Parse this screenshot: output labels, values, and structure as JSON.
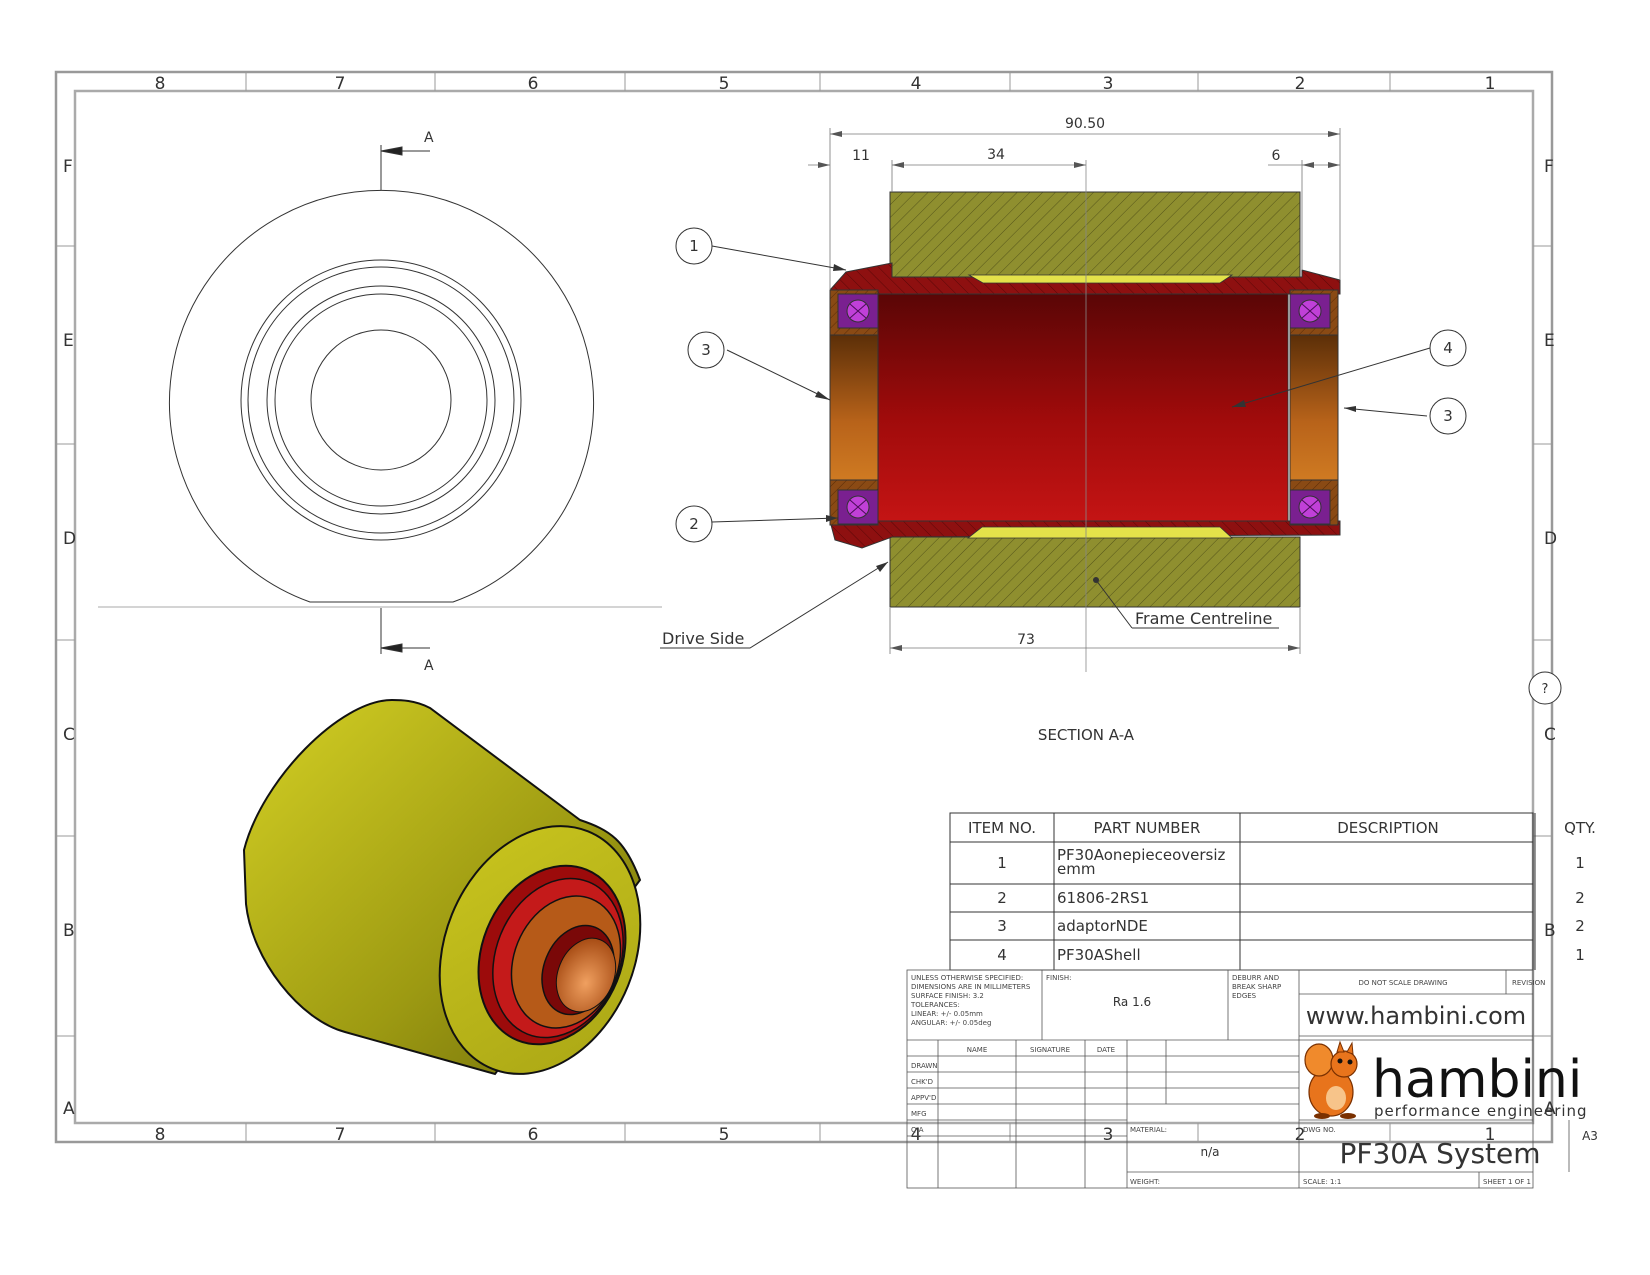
{
  "zone_columns": [
    "8",
    "7",
    "6",
    "5",
    "4",
    "3",
    "2",
    "1"
  ],
  "zone_rows": [
    "F",
    "E",
    "D",
    "C",
    "B",
    "A"
  ],
  "section_marker": {
    "letter_top": "A",
    "letter_bottom": "A"
  },
  "section_title": "SECTION A-A",
  "dimensions": {
    "overall": "90.50",
    "left_offset": "11",
    "bearing_to_centre": "34",
    "right_offset": "6",
    "frame_width": "73"
  },
  "callouts": {
    "left_top": "1",
    "left_mid": "3",
    "left_bottom": "2",
    "right_top": "4",
    "right_mid": "3",
    "revision_mark": "?"
  },
  "annotations": {
    "drive_side": "Drive Side",
    "frame_centreline": "Frame Centreline"
  },
  "bom": {
    "headers": [
      "ITEM NO.",
      "PART NUMBER",
      "DESCRIPTION",
      "QTY."
    ],
    "rows": [
      {
        "item": "1",
        "part_line1": "PF30Aonepieceoversiz",
        "part_line2": "emm",
        "description": "",
        "qty": "1"
      },
      {
        "item": "2",
        "part_line1": "61806-2RS1",
        "part_line2": "",
        "description": "",
        "qty": "2"
      },
      {
        "item": "3",
        "part_line1": "adaptorNDE",
        "part_line2": "",
        "description": "",
        "qty": "2"
      },
      {
        "item": "4",
        "part_line1": "PF30AShell",
        "part_line2": "",
        "description": "",
        "qty": "1"
      }
    ]
  },
  "title_block": {
    "spec_lines": [
      "UNLESS OTHERWISE SPECIFIED:",
      "DIMENSIONS ARE IN MILLIMETERS",
      "SURFACE FINISH: 3.2",
      "TOLERANCES:",
      "LINEAR: +/- 0.05mm",
      "ANGULAR: +/- 0.05deg"
    ],
    "finish_label": "FINISH:",
    "finish_value": "Ra 1.6",
    "deburr_lines": [
      "DEBURR AND",
      "BREAK SHARP",
      "EDGES"
    ],
    "do_not_scale": "DO NOT SCALE DRAWING",
    "revision_label": "REVISION",
    "website": "www.hambini.com",
    "logo_name": "hambini",
    "logo_tagline": "performance engineering",
    "sig_headers": [
      "NAME",
      "SIGNATURE",
      "DATE"
    ],
    "sig_rows": [
      "DRAWN",
      "CHK'D",
      "APPV'D",
      "MFG",
      "Q.A"
    ],
    "material_label": "MATERIAL:",
    "material_value": "n/a",
    "dwg_label": "DWG NO.",
    "dwg_title": "PF30A System",
    "size": "A3",
    "weight_label": "WEIGHT:",
    "scale_label": "SCALE: 1:1",
    "sheet_label": "SHEET 1 OF 1"
  },
  "colors": {
    "frame_olive": "#8b8b2e",
    "shell_red": "#a40f0f",
    "bearing_purple": "#9a2fb0",
    "adaptor_brown": "#8a4a14",
    "iso_yellow": "#c9c41e",
    "logo_orange": "#e8741c"
  }
}
